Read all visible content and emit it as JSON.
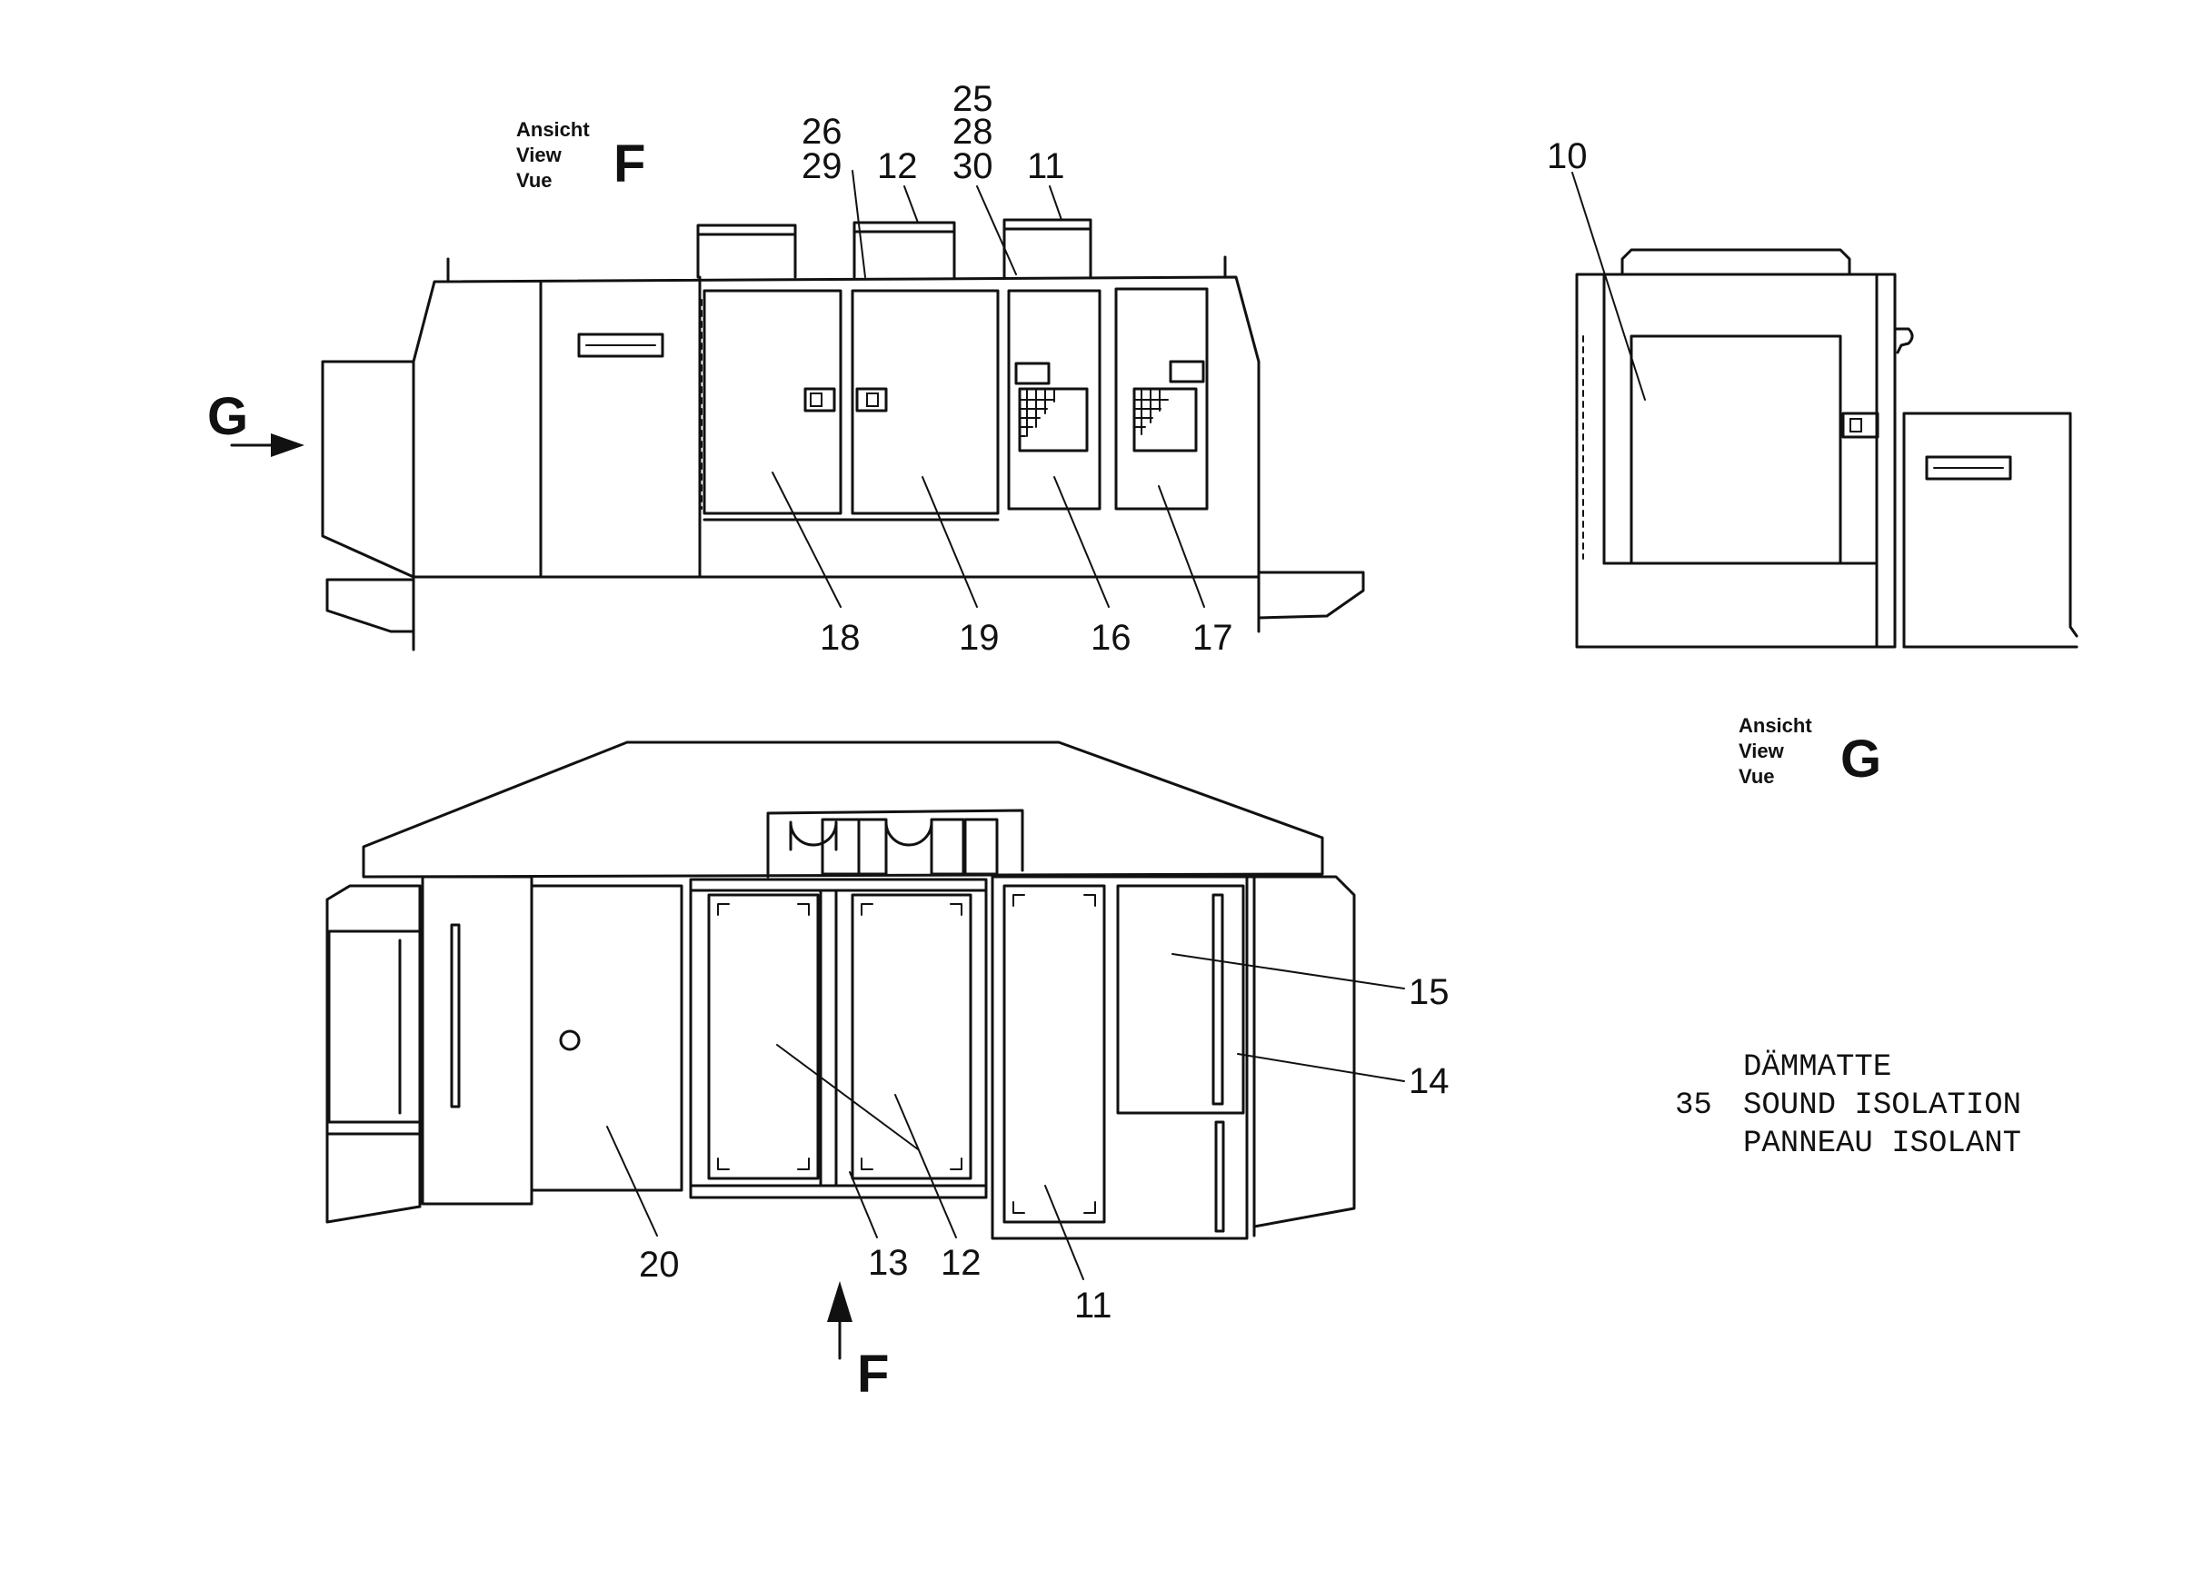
{
  "view_f": {
    "line1": "Ansicht",
    "line2": "View",
    "line3": "Vue",
    "letter": "F"
  },
  "view_g": {
    "line1": "Ansicht",
    "line2": "View",
    "line3": "Vue",
    "letter": "G"
  },
  "arrow_g": "G",
  "arrow_f": "F",
  "top_labels": {
    "l26": "26",
    "l29": "29",
    "l12": "12",
    "l25": "25",
    "l28": "28",
    "l30": "30",
    "l11": "11",
    "l18": "18",
    "l19": "19",
    "l16": "16",
    "l17": "17"
  },
  "right_labels": {
    "l10": "10"
  },
  "bottom_labels": {
    "l15": "15",
    "l14": "14",
    "l20": "20",
    "l13": "13",
    "l12": "12",
    "l11": "11"
  },
  "legend": {
    "line1": "DÄMMATTE",
    "number": "35",
    "line2": "SOUND ISOLATION",
    "line3": "PANNEAU ISOLANT"
  }
}
